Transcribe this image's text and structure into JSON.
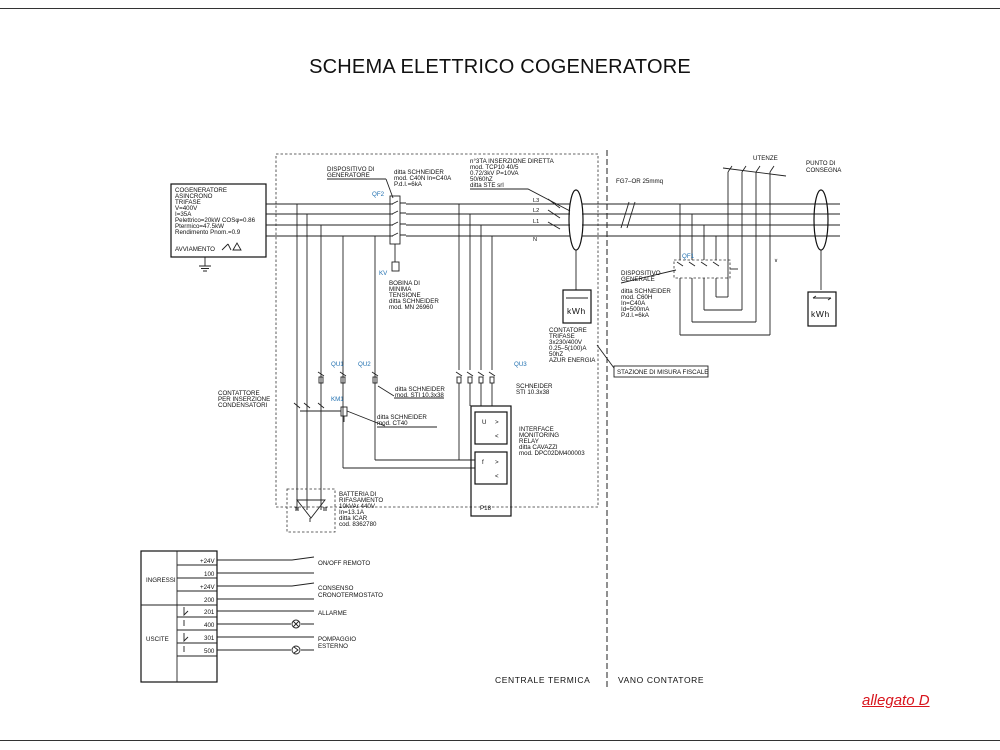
{
  "title": "SCHEMA ELETTRICO COGENERATORE",
  "attachment_label": "allegato D",
  "generator_box": [
    "COGENERATORE",
    "ASINCRONO",
    "TRIFASE",
    "V=400V",
    "I=35A",
    "Pelettrico=20kW COSφ=0.86",
    "Ptermico=47.5kW",
    "Rendimento Pnom.=0.9"
  ],
  "generator_start": "AVVIAMENTO",
  "device_qf2_title": [
    "DISPOSITIVO DI",
    "GENERATORE"
  ],
  "device_qf2_specs": [
    "ditta SCHNEIDER",
    "mod. C40N In=C40A",
    "P.d.I.=6kA"
  ],
  "tag_qf2": "QF2",
  "tag_kv": "KV",
  "coil_label": [
    "BOBINA DI",
    "MINIMA",
    "TENSIONE",
    "ditta SCHNEIDER",
    "mod. MN 26960"
  ],
  "ta_label": [
    "n°3TA INSERZIONE DIRETTA",
    "mod. TCP10 40/5",
    "0.72/3kV P=10VA",
    "50/60hZ",
    "ditta STE srl"
  ],
  "phase_labels": [
    "L3",
    "L2",
    "L1",
    "N"
  ],
  "meter_main": "kWh",
  "meter_main_label": [
    "CONTATORE",
    "TRIFASE",
    "3x230/400V",
    "0.25–5(100)A",
    "50hZ",
    "AZUR ENERGIA"
  ],
  "tag_qu1": "QU1",
  "tag_qu2": "QU2",
  "tag_qu3": "QU3",
  "qu12_specs": [
    "ditta SCHNEIDER",
    "mod. STI 10.3x38"
  ],
  "qu3_specs": [
    "SCHNEIDER",
    "STI 10.3x38"
  ],
  "tag_km1": "KM1",
  "km1_specs": [
    "ditta SCHNEIDER",
    "mod. CT40"
  ],
  "contactor_label": [
    "CONTATTORE",
    "PER INSERZIONE",
    "CONDENSATORI"
  ],
  "battery_label": [
    "BATTERIA DI",
    "RIFASAMENTO",
    "10kVAr 440V",
    "In=13.1A",
    "ditta ICAR",
    "cod. 8362780"
  ],
  "relay_u_symbol": "U",
  "relay_f_symbol": "f",
  "relay_gt": ">",
  "relay_lt": "<",
  "relay_label": [
    "INTERFACE",
    "MONITORING",
    "RELAY",
    "ditta CAVAZZI",
    "mod. DPC02DM400003"
  ],
  "relay_box_label": "P18",
  "fiscal_station": "STAZIONE DI MISURA FISCALE",
  "cable_label": "FG7–OR  25mmq",
  "utenze": "UTENZE",
  "punto_consegna": [
    "PUNTO DI",
    "CONSEGNA"
  ],
  "tag_qf1": "QF1",
  "qf1_label": [
    "DISPOSITIVO",
    "GENERALE",
    "ditta SCHNEIDER",
    "mod. C60H",
    "In=C40A",
    "Id=500mA",
    "P.d.I.=6kA"
  ],
  "meter_right": "kWh",
  "io_sections": [
    "INGRESSI",
    "USCITE"
  ],
  "io_terminals": [
    "+24V",
    "100",
    "+24V",
    "200",
    "201",
    "400",
    "301",
    "500"
  ],
  "io_functions": [
    [
      "ON/OFF REMOTO"
    ],
    [
      "CONSENSO",
      "CRONOTERMOSTATO"
    ],
    [
      "ALLARME"
    ],
    [
      "POMPAGGIO",
      "ESTERNO"
    ]
  ],
  "zone_left": "CENTRALE TERMICA",
  "zone_right": "VANO CONTATORE"
}
